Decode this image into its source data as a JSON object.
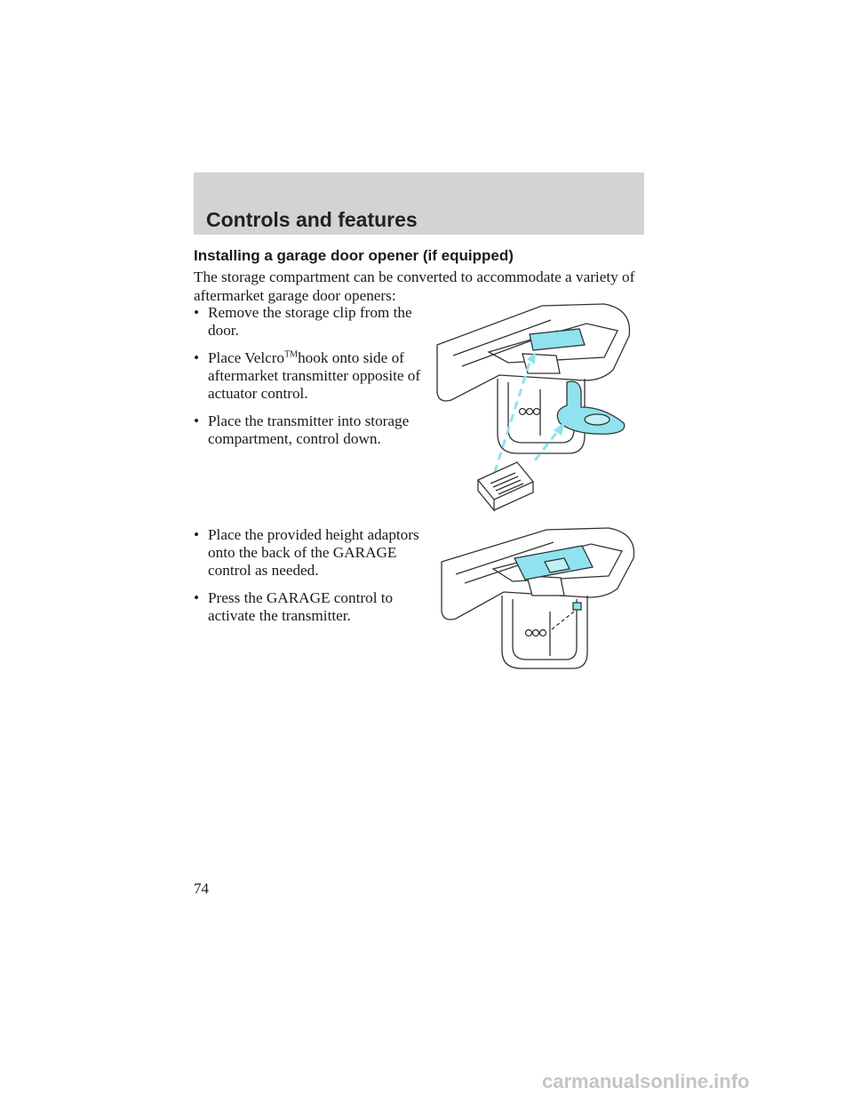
{
  "header": {
    "section_title": "Controls and features"
  },
  "content": {
    "heading": "Installing a garage door opener (if equipped)",
    "intro": "The storage compartment can be converted to accommodate a variety of aftermarket garage door openers:",
    "bullet_symbol": "•",
    "steps_group_1": [
      {
        "text": "Remove the storage clip from the door."
      },
      {
        "text_before": "Place Velcro",
        "trademark": "TM",
        "text_after": "hook onto side of aftermarket transmitter opposite of actuator control."
      },
      {
        "text": "Place the transmitter into storage compartment, control down."
      }
    ],
    "steps_group_2": [
      {
        "text": "Place the provided height adaptors onto the back of the GARAGE control as needed."
      },
      {
        "text": "Press the GARAGE control to activate the transmitter."
      }
    ]
  },
  "illustrations": {
    "accent_color": "#8fe3ee",
    "line_color": "#333333"
  },
  "footer": {
    "page_number": "74",
    "watermark": "carmanualsonline.info"
  }
}
